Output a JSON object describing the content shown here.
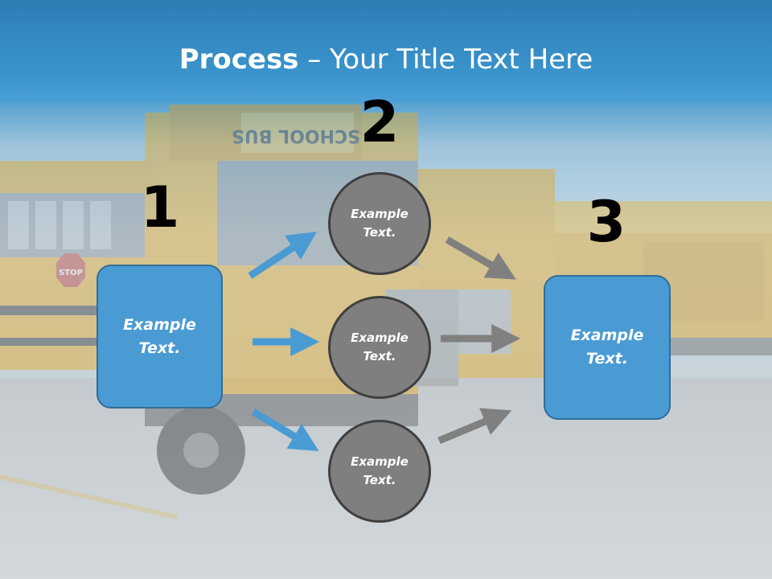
{
  "slide": {
    "title_bold": "Process",
    "title_rest": " – Your Title Text Here"
  },
  "steps": {
    "step1_number": "1",
    "step2_number": "2",
    "step3_number": "3"
  },
  "left_box": {
    "text": "Example Text."
  },
  "circles": [
    {
      "text": "Example Text."
    },
    {
      "text": "Example Text."
    },
    {
      "text": "Example Text."
    }
  ],
  "right_box": {
    "text": "Example Text."
  },
  "colors": {
    "header_blue": "#3a93cb",
    "box_blue": "#4a9bd3",
    "box_border": "#2f6e99",
    "circle_gray": "#7f7f7f",
    "circle_border": "#3f3f3f",
    "arrow_blue": "#4a9bd3",
    "arrow_gray": "#808080"
  },
  "background": {
    "bus_sign_text": "SCHOOL BUS",
    "stop_sign_text": "STOP"
  }
}
